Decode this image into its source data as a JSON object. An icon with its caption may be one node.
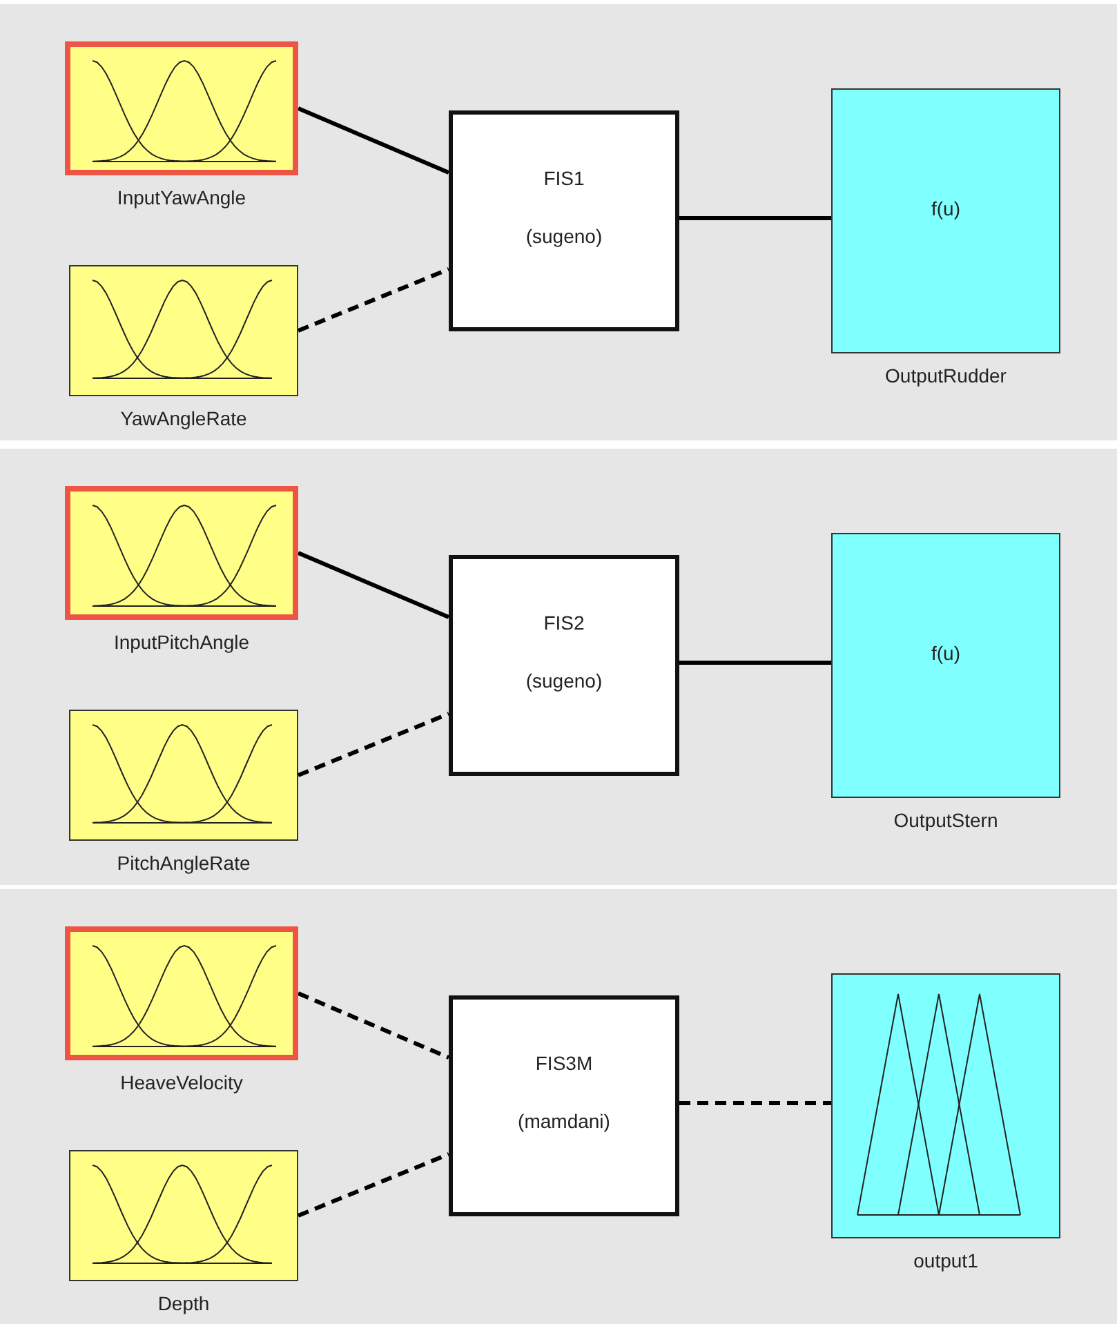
{
  "diagram": {
    "nodes": [
      {
        "text": [
          "InputYawAngle"
        ]
      },
      {
        "text": [
          "YawAngleRate"
        ]
      },
      {
        "text": [
          "FIS1",
          "(sugeno)"
        ]
      },
      {
        "text": [
          "f(u)",
          "OutputRudder"
        ]
      },
      {
        "text": [
          "InputPitchAngle"
        ]
      },
      {
        "text": [
          "PitchAngleRate"
        ]
      },
      {
        "text": [
          "FIS2",
          "(sugeno)"
        ]
      },
      {
        "text": [
          "f(u)",
          "OutputStern"
        ]
      },
      {
        "text": [
          "HeaveVelocity"
        ]
      },
      {
        "text": [
          "Depth"
        ]
      },
      {
        "text": [
          "FIS3M",
          "(mamdani)"
        ]
      },
      {
        "text": [
          "output1"
        ]
      }
    ],
    "edges": [
      {
        "from": 0,
        "to": 2,
        "arrow": "none"
      },
      {
        "from": 1,
        "to": 2,
        "arrow": "none",
        "style": "dashed"
      },
      {
        "from": 2,
        "to": 3,
        "arrow": "none"
      },
      {
        "from": 4,
        "to": 6,
        "arrow": "none"
      },
      {
        "from": 5,
        "to": 6,
        "arrow": "none",
        "style": "dashed"
      },
      {
        "from": 6,
        "to": 7,
        "arrow": "none"
      },
      {
        "from": 8,
        "to": 10,
        "arrow": "none",
        "style": "dashed"
      },
      {
        "from": 9,
        "to": 10,
        "arrow": "none",
        "style": "dashed"
      },
      {
        "from": 10,
        "to": 11,
        "arrow": "none",
        "style": "dashed"
      }
    ]
  }
}
